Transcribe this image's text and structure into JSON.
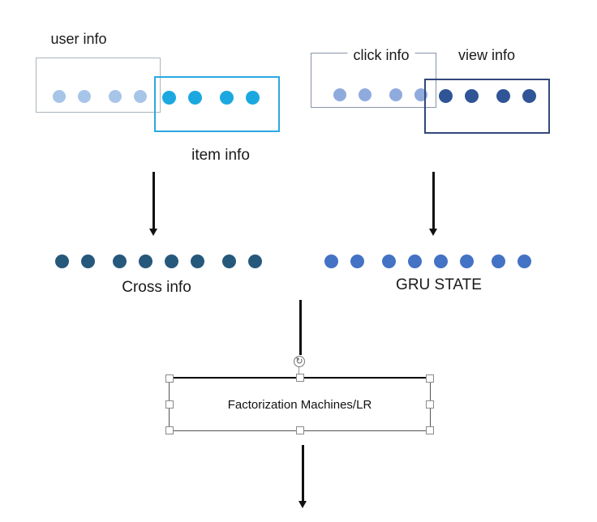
{
  "groups": {
    "user": {
      "label": "user info",
      "dot_count": 4,
      "dot_color": "#a7c5e8",
      "box_border_color": "#aab4bd"
    },
    "item": {
      "label": "item info",
      "dot_count": 4,
      "dot_color": "#1ba8e0",
      "box_border_color": "#2ba9e0"
    },
    "click": {
      "label": "click info",
      "dot_count": 4,
      "dot_color": "#8faadc",
      "box_border_color": "#8794a8"
    },
    "view": {
      "label": "view info",
      "dot_count": 4,
      "dot_color": "#2f5597",
      "box_border_color": "#32497b"
    },
    "cross": {
      "label": "Cross info",
      "dot_count": 8,
      "dot_color": "#26587c"
    },
    "gru": {
      "label": "GRU STATE",
      "dot_count": 8,
      "dot_color": "#4472c4"
    }
  },
  "process_box": {
    "label": "Factorization Machines/LR"
  },
  "selection": {
    "rotate_glyph": "↻"
  }
}
